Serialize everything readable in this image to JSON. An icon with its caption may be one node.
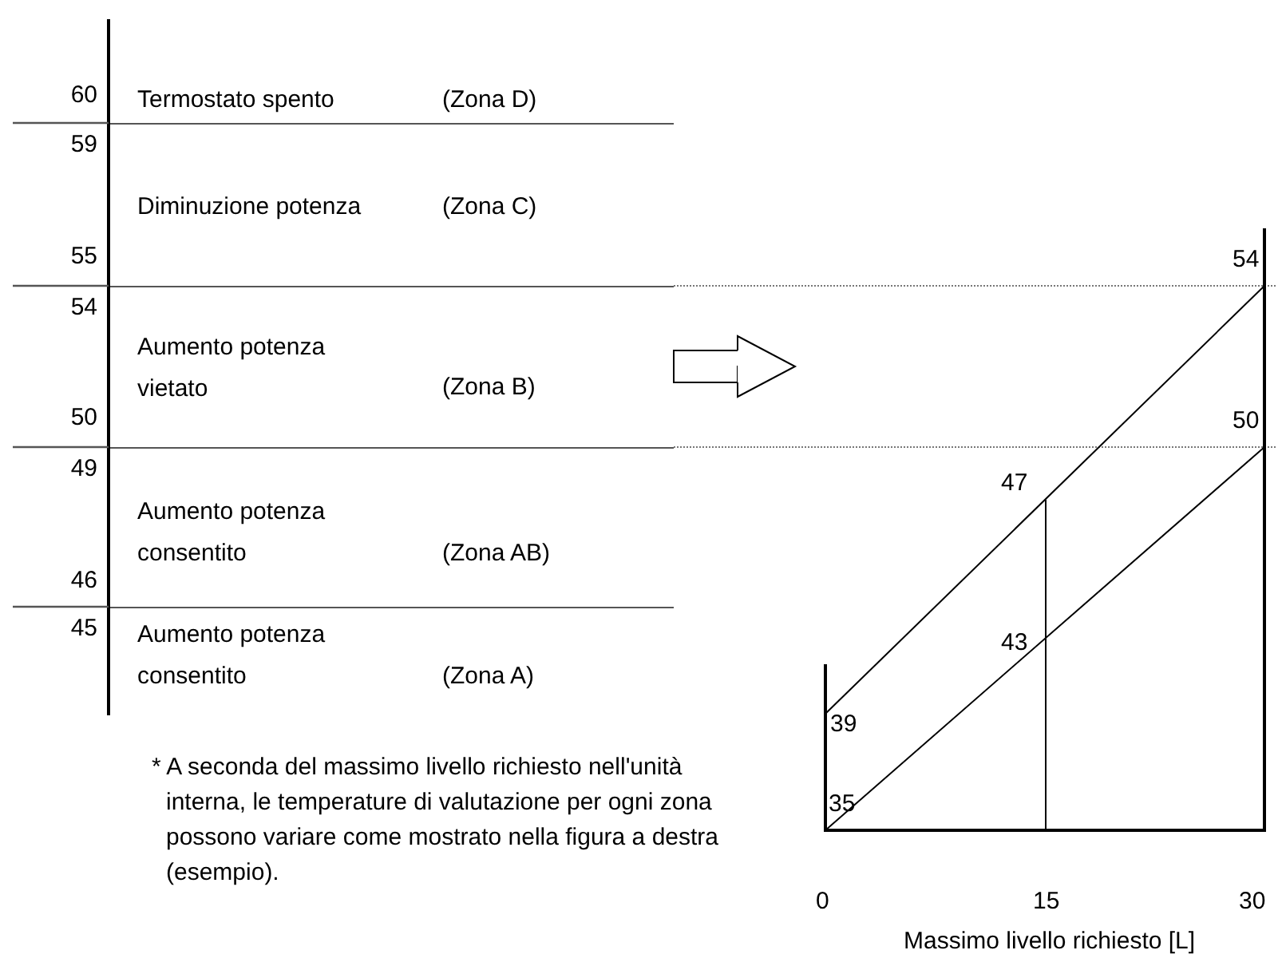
{
  "diagram": {
    "nodes": [
      {
        "text": [
          "Termostato spento",
          "(Zona D)"
        ]
      },
      {
        "text": [
          "Diminuzione potenza",
          "(Zona C)"
        ]
      },
      {
        "text": [
          "Aumento potenza vietato",
          "(Zona B)"
        ]
      },
      {
        "text": [
          "Aumento potenza consentito",
          "(Zona AB)"
        ]
      },
      {
        "text": [
          "Aumento potenza consentito",
          "(Zona A)"
        ]
      },
      {
        "text": [],
        "shape": "picture"
      }
    ],
    "edges": [
      {
        "from": 2,
        "to": 5,
        "arrow": "to"
      }
    ],
    "labels": [
      "60",
      "59",
      "55",
      "54",
      "50",
      "49",
      "46",
      "45",
      "54",
      "50",
      "47",
      "43",
      "39",
      "* A seconda del massimo livello richiesto nell'unità interna, le temperature di valutazione per ogni zona possono variare come mostrato nella figura a destra (esempio).",
      "35",
      "0",
      "15",
      "30",
      "Massimo livello richiesto [L]"
    ]
  }
}
